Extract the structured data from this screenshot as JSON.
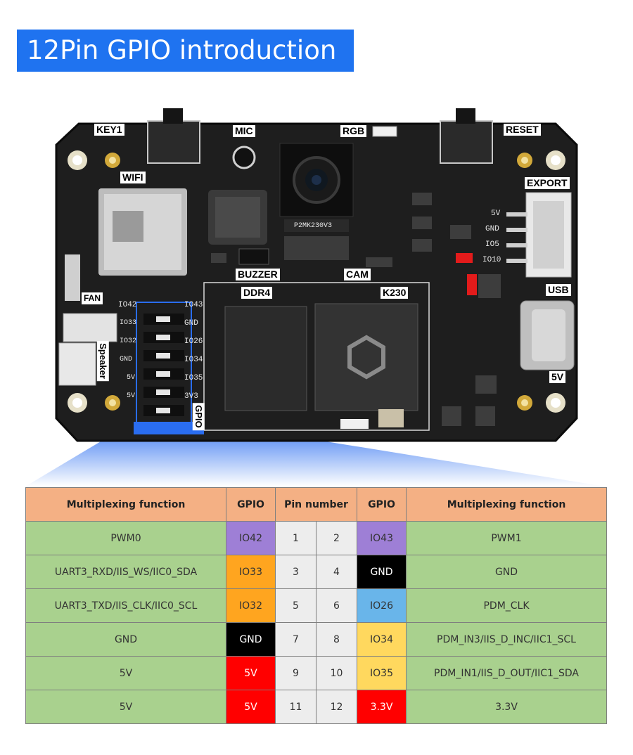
{
  "title": "12Pin GPIO introduction",
  "board_labels": {
    "key1": "KEY1",
    "mic": "MIC",
    "rgb": "RGB",
    "reset": "RESET",
    "wifi": "WIFI",
    "export": "EXPORT",
    "fan": "FAN",
    "speaker": "Speaker",
    "buzzer": "BUZZER",
    "cam": "CAM",
    "ddr4": "DDR4",
    "k230": "K230",
    "usb": "USB",
    "five_v": "5V",
    "gpio": "GPIO"
  },
  "silkscreen": {
    "export_pins": [
      "5V",
      "GND",
      "IO5",
      "IO10"
    ],
    "header_left": [
      "IO42",
      "IO33",
      "IO32",
      "GND",
      "5V",
      "5V"
    ],
    "header_right": [
      "IO43",
      "GND",
      "IO26",
      "IO34",
      "IO35",
      "3V3"
    ],
    "camera_part": "P2MK230V3"
  },
  "table": {
    "headers": [
      "Multiplexing function",
      "GPIO",
      "Pin number",
      "GPIO",
      "Multiplexing function"
    ],
    "rows": [
      {
        "left_fn": "PWM0",
        "left_gpio": "IO42",
        "left_color": "purple",
        "pin_a": "1",
        "pin_b": "2",
        "right_gpio": "IO43",
        "right_color": "purple",
        "right_fn": "PWM1"
      },
      {
        "left_fn": "UART3_RXD/IIS_WS/IIC0_SDA",
        "left_gpio": "IO33",
        "left_color": "orange",
        "pin_a": "3",
        "pin_b": "4",
        "right_gpio": "GND",
        "right_color": "black",
        "right_fn": "GND"
      },
      {
        "left_fn": "UART3_TXD/IIS_CLK/IIC0_SCL",
        "left_gpio": "IO32",
        "left_color": "orange",
        "pin_a": "5",
        "pin_b": "6",
        "right_gpio": "IO26",
        "right_color": "blue",
        "right_fn": "PDM_CLK"
      },
      {
        "left_fn": "GND",
        "left_gpio": "GND",
        "left_color": "black",
        "pin_a": "7",
        "pin_b": "8",
        "right_gpio": "IO34",
        "right_color": "yellow",
        "right_fn": "PDM_IN3/IIS_D_INC/IIC1_SCL"
      },
      {
        "left_fn": "5V",
        "left_gpio": "5V",
        "left_color": "red",
        "pin_a": "9",
        "pin_b": "10",
        "right_gpio": "IO35",
        "right_color": "yellow",
        "right_fn": "PDM_IN1/IIS_D_OUT/IIC1_SDA"
      },
      {
        "left_fn": "5V",
        "left_gpio": "5V",
        "left_color": "red",
        "pin_a": "11",
        "pin_b": "12",
        "right_gpio": "3.3V",
        "right_color": "red",
        "right_fn": "3.3V"
      }
    ]
  },
  "colors": {
    "banner": "#1f73f0",
    "header_bg": "#f4b084",
    "function_bg": "#a9d18e",
    "pin_bg": "#ededed",
    "purple": "#9e7fd6",
    "orange": "#ffa51f",
    "black": "#000000",
    "blue": "#69b5ea",
    "yellow": "#ffd85e",
    "red": "#ff0000"
  }
}
